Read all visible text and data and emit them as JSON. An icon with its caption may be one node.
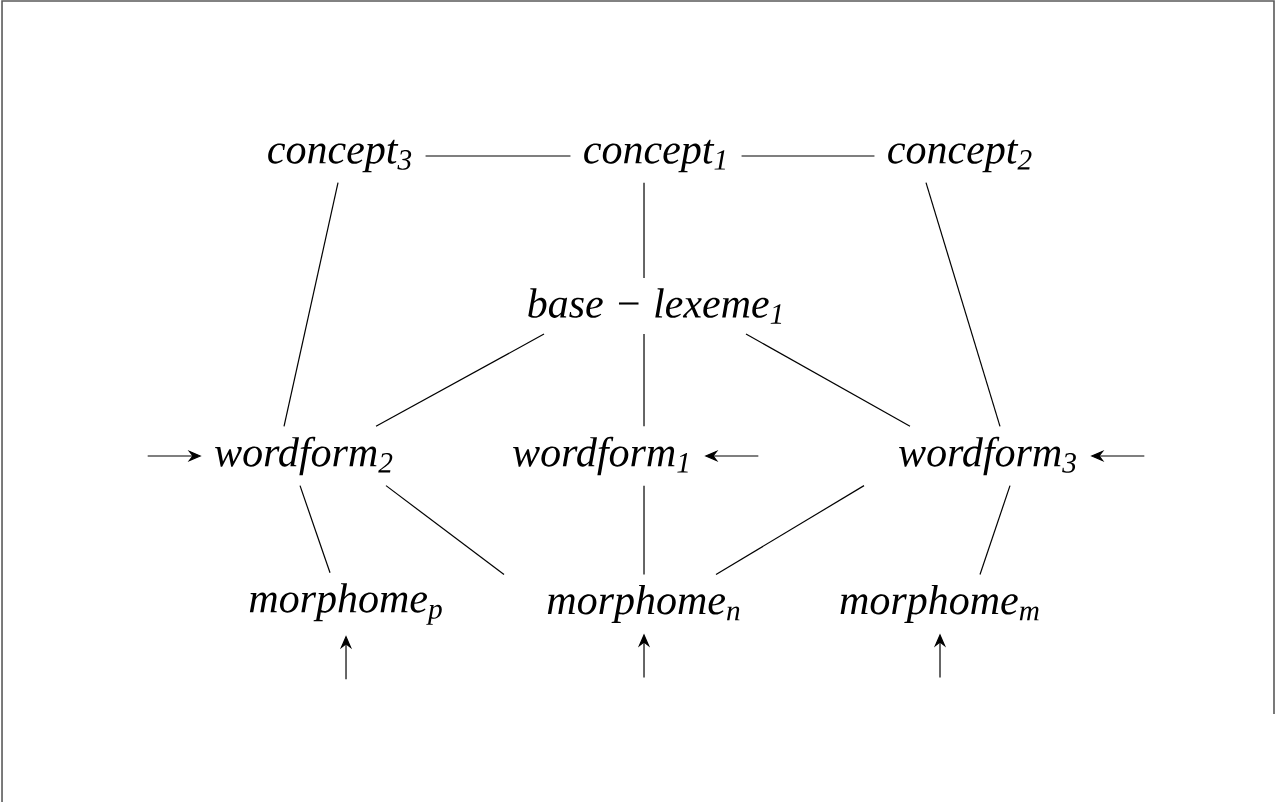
{
  "diagram": {
    "nodes": [
      {
        "text": [
          "concept$_{3}$"
        ]
      },
      {
        "text": [
          "concept$_{1}$"
        ]
      },
      {
        "text": [
          "concept$_{2}$"
        ]
      },
      {
        "text": [
          "base − lexeme$_{1}$"
        ]
      },
      {
        "text": [
          "wordform$_{2}$"
        ]
      },
      {
        "text": [
          "wordform$_{1}$"
        ]
      },
      {
        "text": [
          "wordform$_{3}$"
        ]
      },
      {
        "text": [
          "morphome$_{p}$"
        ]
      },
      {
        "text": [
          "morphome$_{n}$"
        ]
      },
      {
        "text": [
          "morphome$_{m}$"
        ]
      }
    ],
    "edges": [
      {
        "from": 0,
        "to": 1,
        "arrow": "none"
      },
      {
        "from": 1,
        "to": 2,
        "arrow": "none"
      },
      {
        "from": 0,
        "to": 4,
        "arrow": "none"
      },
      {
        "from": 1,
        "to": 3,
        "arrow": "none"
      },
      {
        "from": 2,
        "to": 6,
        "arrow": "none"
      },
      {
        "from": 3,
        "to": 4,
        "arrow": "none"
      },
      {
        "from": 3,
        "to": 5,
        "arrow": "none"
      },
      {
        "from": 3,
        "to": 6,
        "arrow": "none"
      },
      {
        "from": 4,
        "to": 7,
        "arrow": "none"
      },
      {
        "from": 4,
        "to": 8,
        "arrow": "none"
      },
      {
        "from": 5,
        "to": 8,
        "arrow": "none"
      },
      {
        "from": 6,
        "to": 8,
        "arrow": "none"
      },
      {
        "from": 6,
        "to": 9,
        "arrow": "none"
      },
      {
        "from": null,
        "to": 4,
        "arrow": "to"
      },
      {
        "from": null,
        "to": 5,
        "arrow": "to"
      },
      {
        "from": null,
        "to": 6,
        "arrow": "to"
      },
      {
        "from": null,
        "to": 7,
        "arrow": "to"
      },
      {
        "from": null,
        "to": 8,
        "arrow": "to"
      },
      {
        "from": null,
        "to": 9,
        "arrow": "to"
      }
    ]
  }
}
